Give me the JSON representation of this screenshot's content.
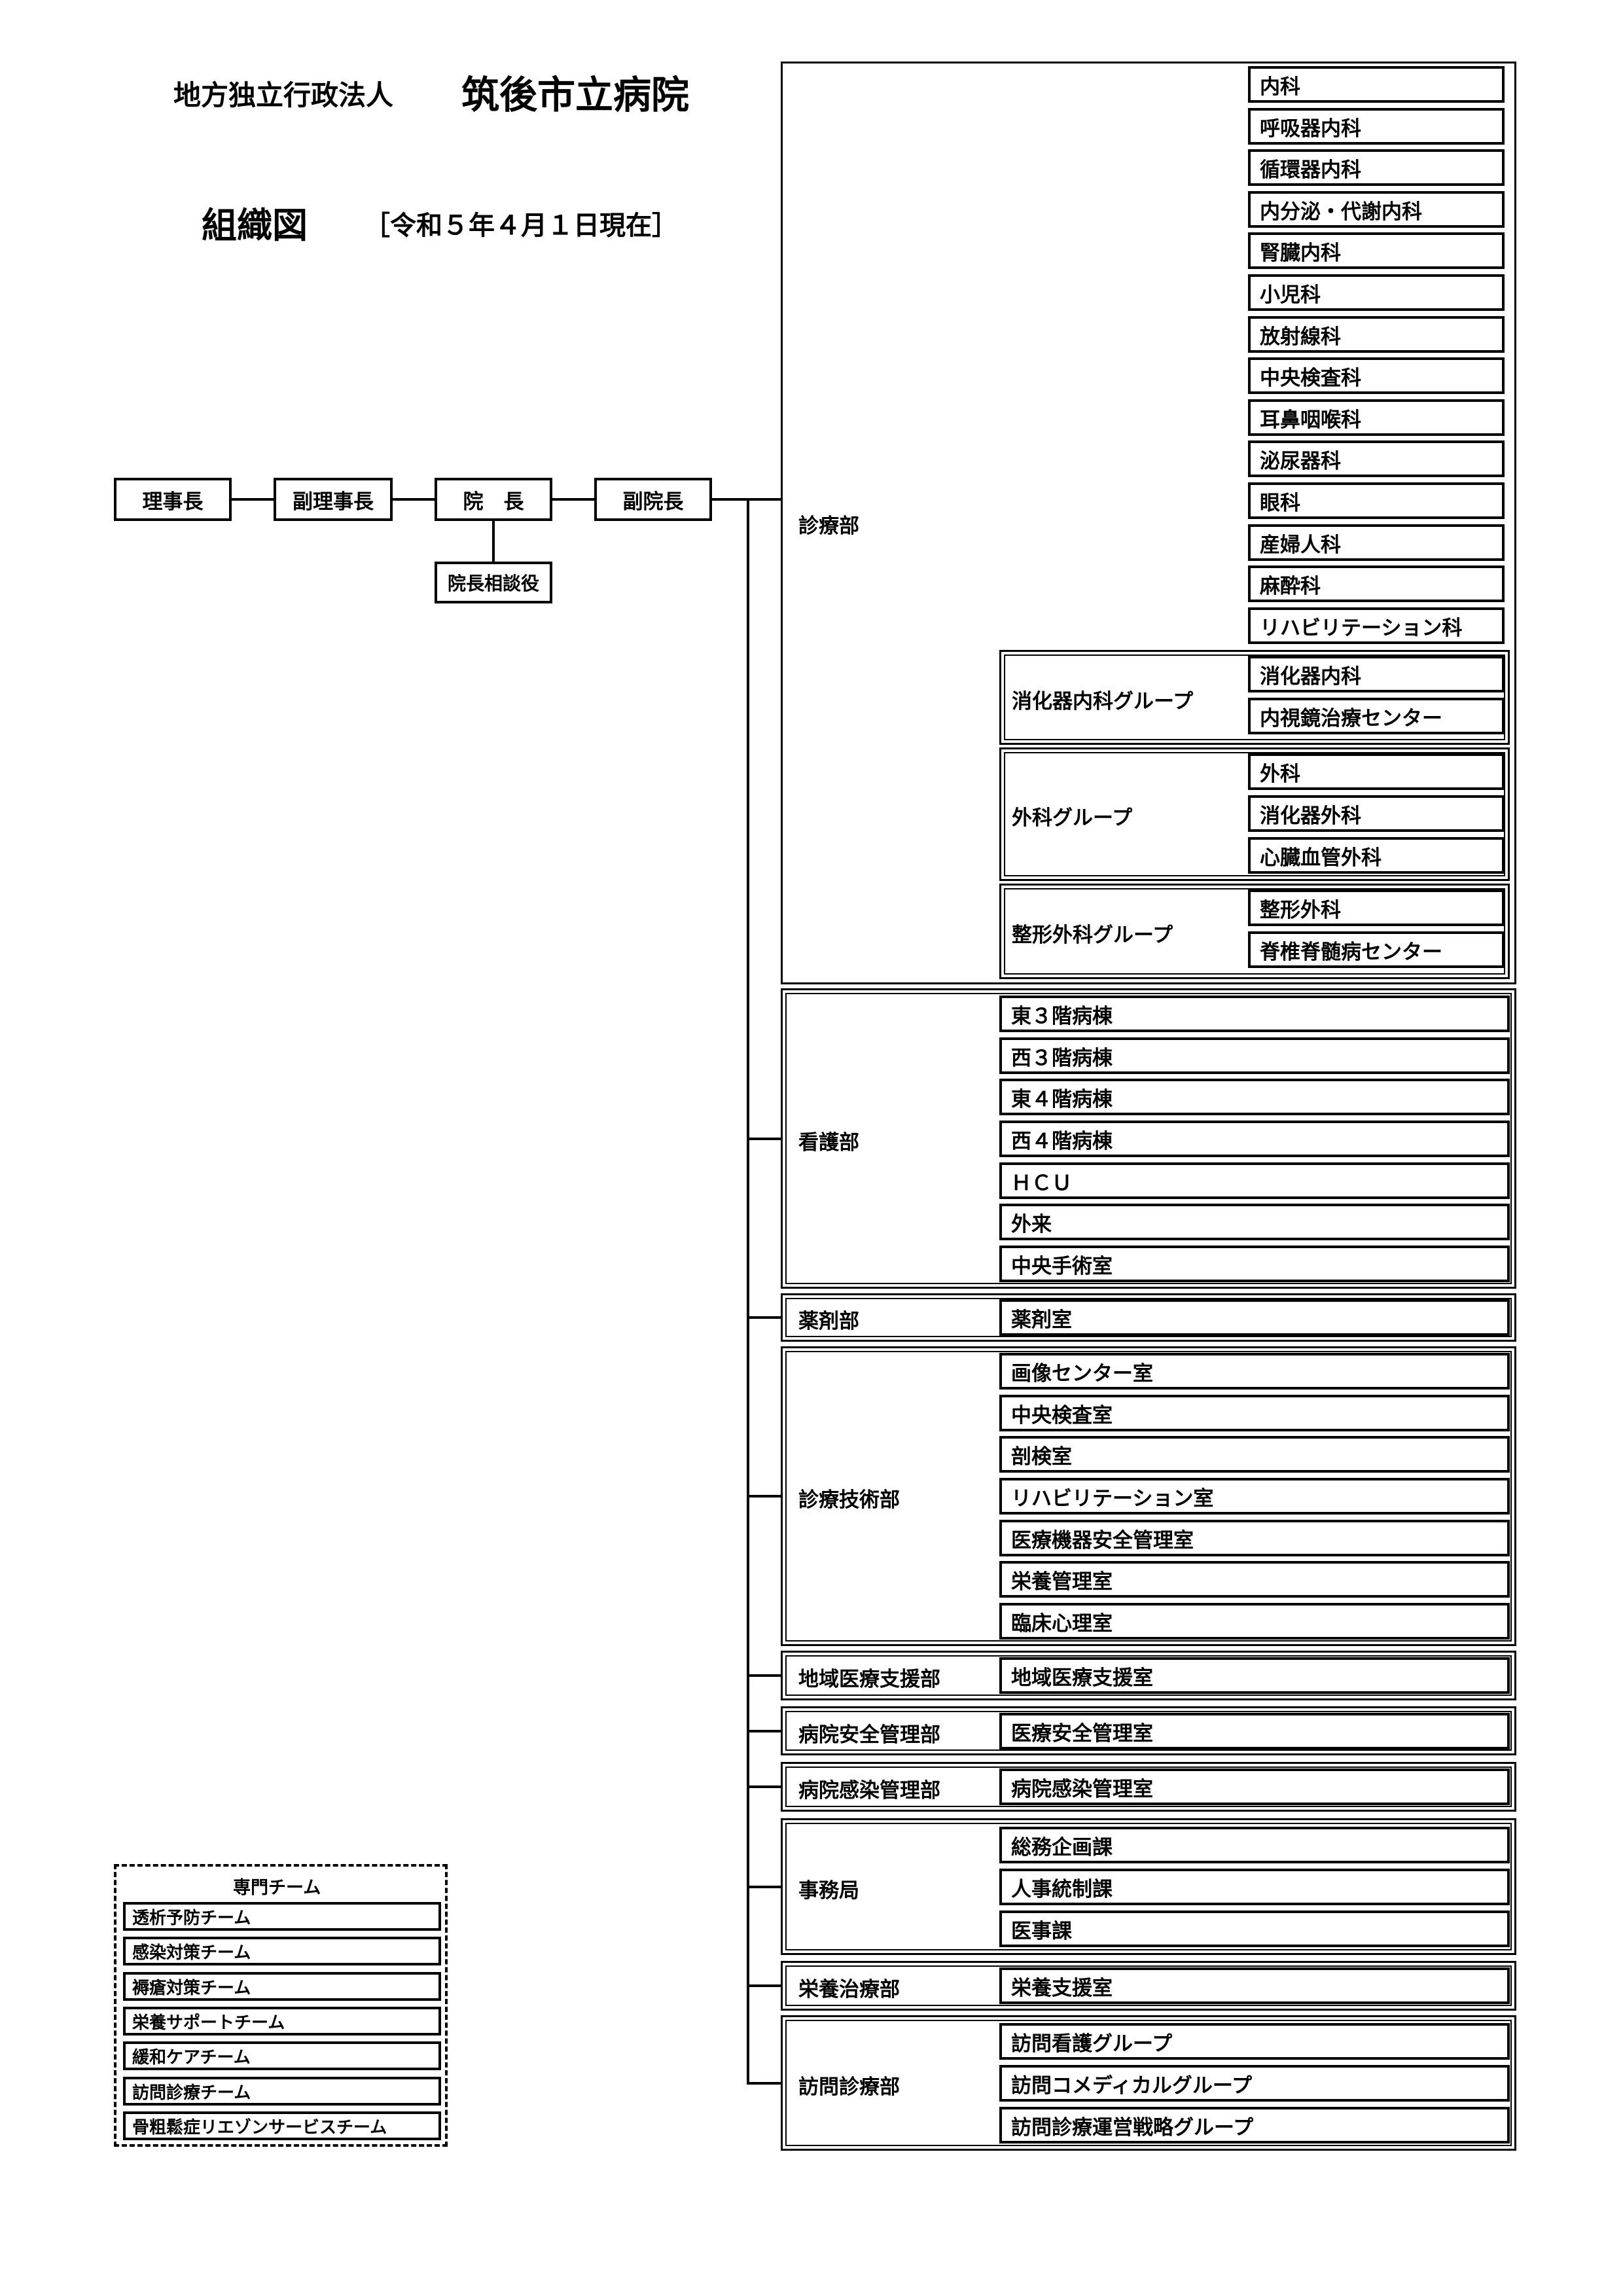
{
  "header": {
    "org_type": "地方独立行政法人",
    "hospital_name": "筑後市立病院",
    "chart_title": "組織図",
    "date_note": "［令和５年４月１日現在］"
  },
  "top_chain": {
    "chairman": "理事長",
    "vice_chairman": "副理事長",
    "director": "院　長",
    "director_advisor": "院長相談役",
    "vice_director": "副院長"
  },
  "medical_dept": {
    "name": "診療部",
    "specialties": [
      "内科",
      "呼吸器内科",
      "循環器内科",
      "内分泌・代謝内科",
      "腎臓内科",
      "小児科",
      "放射線科",
      "中央検査科",
      "耳鼻咽喉科",
      "泌尿器科",
      "眼科",
      "産婦人科",
      "麻酔科",
      "リハビリテーション科"
    ],
    "groups": [
      {
        "name": "消化器内科グループ",
        "items": [
          "消化器内科",
          "内視鏡治療センター"
        ]
      },
      {
        "name": "外科グループ",
        "items": [
          "外科",
          "消化器外科",
          "心臓血管外科"
        ]
      },
      {
        "name": "整形外科グループ",
        "items": [
          "整形外科",
          "脊椎脊髄病センター"
        ]
      }
    ]
  },
  "departments": [
    {
      "name": "看護部",
      "items": [
        "東３階病棟",
        "西３階病棟",
        "東４階病棟",
        "西４階病棟",
        "ＨＣＵ",
        "外来",
        "中央手術室"
      ]
    },
    {
      "name": "薬剤部",
      "items": [
        "薬剤室"
      ]
    },
    {
      "name": "診療技術部",
      "items": [
        "画像センター室",
        "中央検査室",
        "剖検室",
        "リハビリテーション室",
        "医療機器安全管理室",
        "栄養管理室",
        "臨床心理室"
      ]
    },
    {
      "name": "地域医療支援部",
      "items": [
        "地域医療支援室"
      ]
    },
    {
      "name": "病院安全管理部",
      "items": [
        "医療安全管理室"
      ]
    },
    {
      "name": "病院感染管理部",
      "items": [
        "病院感染管理室"
      ]
    },
    {
      "name": "事務局",
      "items": [
        "総務企画課",
        "人事統制課",
        "医事課"
      ]
    },
    {
      "name": "栄養治療部",
      "items": [
        "栄養支援室"
      ]
    },
    {
      "name": "訪問診療部",
      "items": [
        "訪問看護グループ",
        "訪問コメディカルグループ",
        "訪問診療運営戦略グループ"
      ]
    }
  ],
  "teams": {
    "title": "専門チーム",
    "items": [
      "透析予防チーム",
      "感染対策チーム",
      "褥瘡対策チーム",
      "栄養サポートチーム",
      "緩和ケアチーム",
      "訪問診療チーム",
      "骨粗鬆症リエゾンサービスチーム"
    ]
  }
}
